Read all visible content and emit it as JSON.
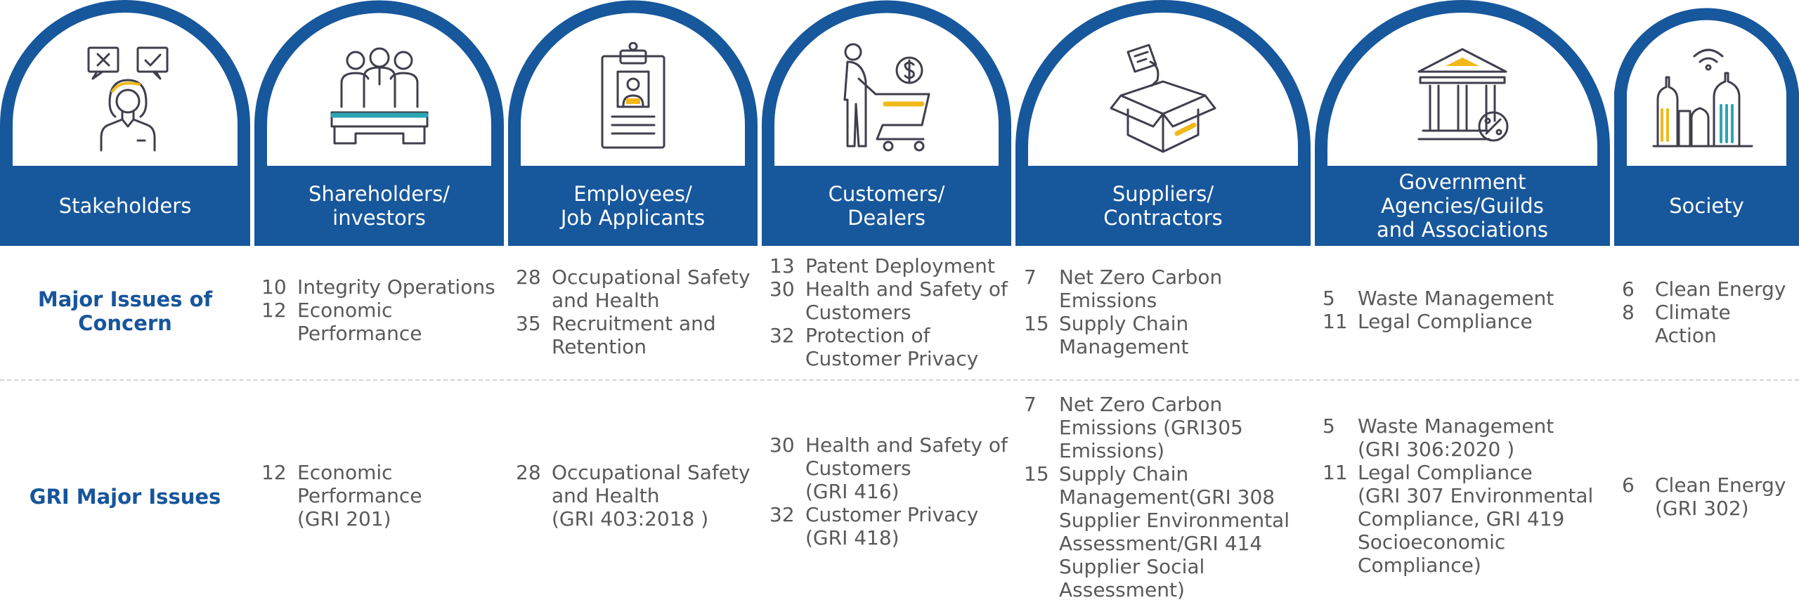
{
  "colors": {
    "brand_blue": "#17579c",
    "accent_yellow": "#f0b81a",
    "accent_teal": "#2aa5b5",
    "icon_line": "#3f3f4c"
  },
  "header": {
    "stakeholders": {
      "label": "Stakeholders",
      "icon": "stakeholder-icon"
    },
    "shareholders": {
      "label": "Shareholders/\ninvestors",
      "icon": "shareholders-meeting-icon"
    },
    "employees": {
      "label": "Employees/\nJob Applicants",
      "icon": "id-badge-icon"
    },
    "customers": {
      "label": "Customers/\nDealers",
      "icon": "shopping-cart-icon"
    },
    "suppliers": {
      "label": "Suppliers/\nContractors",
      "icon": "box-delivery-icon"
    },
    "government": {
      "label": "Government\nAgencies/Guilds\nand Associations",
      "icon": "government-building-icon"
    },
    "society": {
      "label": "Society",
      "icon": "city-skyline-icon"
    }
  },
  "rows": {
    "major": {
      "label": "Major Issues of\nConcern",
      "shareholders": [
        {
          "num": "10",
          "text": "Integrity Operations"
        },
        {
          "num": "12",
          "text": "Economic\nPerformance"
        }
      ],
      "employees": [
        {
          "num": "28",
          "text": "Occupational Safety\nand Health"
        },
        {
          "num": "35",
          "text": "Recruitment and\nRetention"
        }
      ],
      "customers": [
        {
          "num": "13",
          "text": "Patent Deployment"
        },
        {
          "num": "30",
          "text": "Health and Safety of\nCustomers"
        },
        {
          "num": "32",
          "text": "Protection of\nCustomer Privacy"
        }
      ],
      "suppliers": [
        {
          "num": "7",
          "text": "Net Zero Carbon\nEmissions"
        },
        {
          "num": "15",
          "text": "Supply Chain\nManagement"
        }
      ],
      "government": [
        {
          "num": "5",
          "text": "Waste Management"
        },
        {
          "num": "11",
          "text": "Legal Compliance"
        }
      ],
      "society": [
        {
          "num": "6",
          "text": "Clean Energy"
        },
        {
          "num": "8",
          "text": "Climate\nAction"
        }
      ]
    },
    "gri": {
      "label": "GRI Major Issues",
      "shareholders": [
        {
          "num": "12",
          "text": "Economic\nPerformance\n(GRI 201)"
        }
      ],
      "employees": [
        {
          "num": "28",
          "text": "Occupational Safety\nand Health\n(GRI 403:2018 )"
        }
      ],
      "customers": [
        {
          "num": "30",
          "text": "Health and Safety of\nCustomers\n(GRI 416)"
        },
        {
          "num": "32",
          "text": "Customer Privacy\n(GRI 418)"
        }
      ],
      "suppliers": [
        {
          "num": "7",
          "text": "Net Zero Carbon\nEmissions (GRI305\nEmissions)"
        },
        {
          "num": "15",
          "text": "Supply Chain\nManagement(GRI 308\nSupplier Environmental\nAssessment/GRI 414\nSupplier Social\nAssessment)"
        }
      ],
      "government": [
        {
          "num": "5",
          "text": "Waste Management\n(GRI 306:2020 )"
        },
        {
          "num": "11",
          "text": "Legal Compliance\n(GRI 307 Environmental\nCompliance, GRI 419\nSocioeconomic\nCompliance)"
        }
      ],
      "society": [
        {
          "num": "6",
          "text": "Clean Energy\n(GRI 302)"
        }
      ]
    }
  }
}
